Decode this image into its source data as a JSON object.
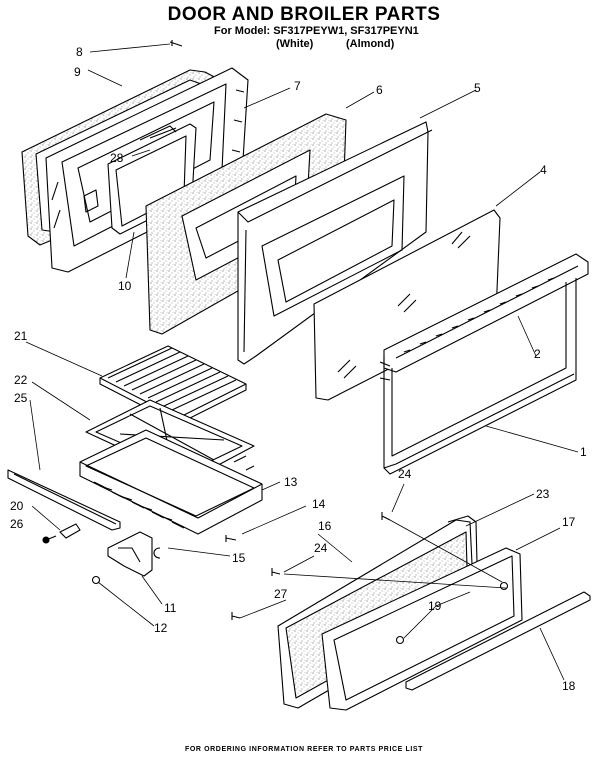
{
  "header": {
    "title": "DOOR AND BROILER PARTS",
    "model_line": "For Model: SF317PEYW1, SF317PEYN1",
    "variant_white": "(White)",
    "variant_almond": "(Almond)"
  },
  "footer": {
    "text": "FOR ORDERING INFORMATION REFER TO PARTS PRICE LIST"
  },
  "callouts": [
    "1",
    "2",
    "4",
    "5",
    "6",
    "7",
    "8",
    "9",
    "10",
    "11",
    "12",
    "13",
    "14",
    "15",
    "16",
    "17",
    "18",
    "19",
    "20",
    "21",
    "22",
    "23",
    "24",
    "24",
    "25",
    "26",
    "27",
    "28"
  ],
  "colors": {
    "ink": "#000000",
    "speckle": "#9a9a9a",
    "paper": "#ffffff"
  }
}
